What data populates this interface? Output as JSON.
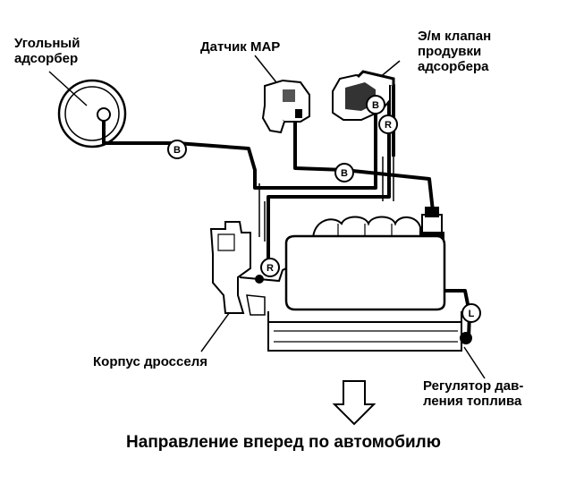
{
  "labels": {
    "canister": [
      "Угольный",
      "адсорбер"
    ],
    "map_sensor": [
      "Датчик МАР"
    ],
    "purge_valve": [
      "Э/м клапан",
      "продувки",
      "адсорбера"
    ],
    "throttle_body": [
      "Корпус дросселя"
    ],
    "fuel_regulator": [
      "Регулятор дав-",
      "ления топлива"
    ]
  },
  "caption": "Направление вперед по автомобилю",
  "hose_codes": {
    "b1": "B",
    "b2": "B",
    "b3": "B",
    "r1": "R",
    "r2": "R",
    "l1": "L"
  }
}
